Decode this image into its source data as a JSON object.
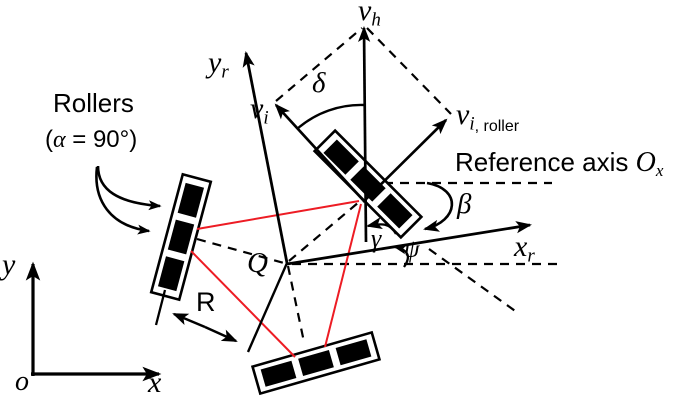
{
  "figure": {
    "background": "#ffffff",
    "colors": {
      "line": "#000000",
      "wheel_link": "#ed1c24",
      "wheel_fill": "#000000"
    },
    "labels": {
      "rollers_title": "Rollers",
      "rollers_alpha": {
        "open": "(",
        "alpha": "α",
        "rest": " = 90°)"
      },
      "hub_velocity": {
        "main": "v",
        "sub": "h"
      },
      "wheel_velocity": {
        "main": "v",
        "sub": "i"
      },
      "roller_velocity": {
        "main": "v",
        "sub": "i",
        "sub2": ", roller"
      },
      "delta": "δ",
      "beta": "β",
      "gamma": "γ",
      "psi": "ψ",
      "robot_y_axis": {
        "main": "y",
        "sub": "r"
      },
      "robot_x_axis": {
        "main": "x",
        "sub": "r"
      },
      "reference_axis": {
        "text": "Reference axis ",
        "main": "O",
        "sub": "x"
      },
      "robot_center": "Q",
      "wheel_radius": "R",
      "world_y": "y",
      "world_x": "x",
      "world_origin": "o"
    }
  }
}
